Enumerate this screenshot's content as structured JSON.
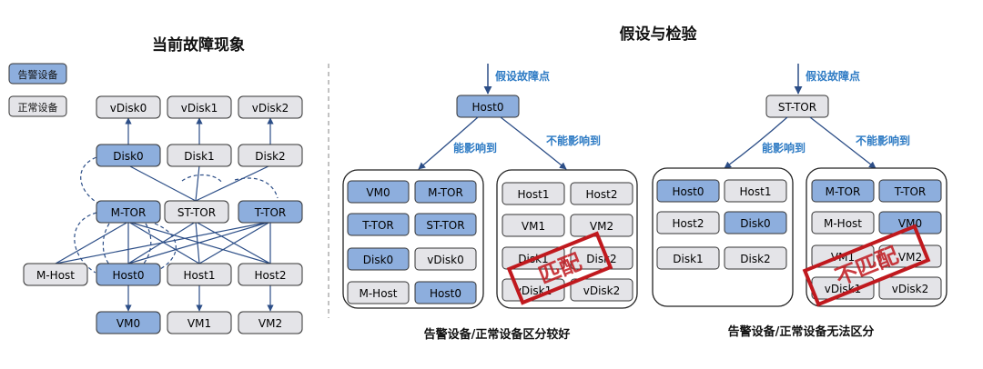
{
  "left": {
    "title": "当前故障现象",
    "legend": {
      "alarm": "告警设备",
      "normal": "正常设备"
    },
    "nodes": {
      "vdisk0": "vDisk0",
      "vdisk1": "vDisk1",
      "vdisk2": "vDisk2",
      "disk0": "Disk0",
      "disk1": "Disk1",
      "disk2": "Disk2",
      "mtor": "M-TOR",
      "sttor": "ST-TOR",
      "ttor": "T-TOR",
      "mhost": "M-Host",
      "host0": "Host0",
      "host1": "Host1",
      "host2": "Host2",
      "vm0": "VM0",
      "vm1": "VM1",
      "vm2": "VM2"
    }
  },
  "right": {
    "title": "假设与检验",
    "scenario1": {
      "fault_label": "假设故障点",
      "root": "Host0",
      "affected_label": "能影响到",
      "unaffected_label": "不能影响到",
      "affected": [
        "VM0",
        "M-TOR",
        "T-TOR",
        "ST-TOR",
        "Disk0",
        "vDisk0",
        "M-Host",
        "Host0"
      ],
      "unaffected": [
        "Host1",
        "Host2",
        "VM1",
        "VM2",
        "Disk1",
        "Disk2",
        "vDisk1",
        "vDisk2"
      ],
      "stamp": "匹配",
      "caption": "告警设备/正常设备区分较好"
    },
    "scenario2": {
      "fault_label": "假设故障点",
      "root": "ST-TOR",
      "affected_label": "能影响到",
      "unaffected_label": "不能影响到",
      "affected": [
        "Host0",
        "Host1",
        "Host2",
        "Disk0",
        "Disk1",
        "Disk2"
      ],
      "unaffected": [
        "M-TOR",
        "T-TOR",
        "M-Host",
        "VM0",
        "VM1",
        "VM2",
        "vDisk1",
        "vDisk2"
      ],
      "stamp": "不匹配",
      "caption": "告警设备/正常设备无法区分"
    }
  },
  "colors": {
    "alarm_fill": "#8DAEDD",
    "normal_fill": "#E4E4E8",
    "line": "#2C4E87",
    "blue_text": "#2E7BC4",
    "stamp": "#C0191E"
  }
}
